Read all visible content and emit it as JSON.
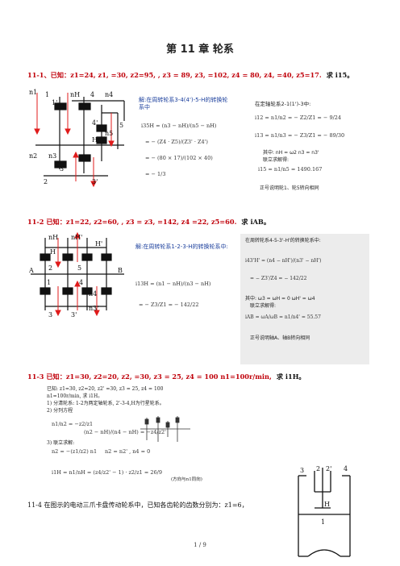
{
  "title": "第 11 章  轮系",
  "p1": {
    "statement": "11-1、已知：z1=24,   z1, =30,   z2=95,   , z3 = 89,   z3, =102,   z4 = 80,  z4, =40,   z5=17.",
    "ask": "求 i15。",
    "solution_intro": "解:在周转轮系3-4(4')-5-H的转换轮系中",
    "fixed_header": "在定轴轮系2-1(1')-3中:",
    "labels": [
      "n1",
      "1",
      "1'",
      "nH",
      "4",
      "n4",
      "4'",
      "5",
      "n5",
      "H",
      "n2",
      "n3",
      "3",
      "2",
      "3'"
    ],
    "eq1": "i35H = (n3 − nH)/(n5 − nH)",
    "eq2": "= − (Z4 · Z5)/(Z3' · Z4')",
    "eq3": "= − (80 × 17)/(102 × 40)",
    "eq4": "= − 1/3",
    "fx1": "i12 = n1/n2 = − Z2/Z1 = − 9/24",
    "fx2": "i13 = n1/n3 = − Z3/Z1 = − 89/30",
    "fx3": "其中: nH = ω2   n3 = n3'",
    "fx4": "联立求解得:",
    "fx5": "i15 = n1/n5 = 1490.167",
    "note": "正号说明轮1、轮5转向相同"
  },
  "p2": {
    "statement": "11-2 已知：z1=22,   z2=60,   , z3 =  z3, =142,   z4 =22,  z5=60.",
    "ask": "求 iAB。",
    "solution_intro": "解:在周转轮系1-2-3-H的转换轮系中:",
    "right_header": "在周转轮系4-5-3'-H'的转换轮系中:",
    "labels": [
      "nH",
      "nH'",
      "H'",
      "H",
      "2",
      "5",
      "A",
      "B",
      "4",
      "1",
      "3",
      "3'",
      "n4",
      "n3'"
    ],
    "eq1": "i13H = (n1 − nH)/(n3 − nH)",
    "eq2": "= − Z3/Z1 = − 142/22",
    "r1": "i43'H' = (n4 − nH')/(n3' − nH')",
    "r2": "= − Z3'/Z4 = − 142/22",
    "r3": "其中: ω3 = ωH = 0    ωH' = ω4",
    "r4": "联立求解得:",
    "r5": "iAB = ωA/ωB = n1/n4' = 55.57",
    "note": "正号说明轴A、轴B转向相同"
  },
  "p3": {
    "statement": "11-3 已知：z1=30,   z2=20,   z2, =30,   z3 = 25,    z4 = 100 n1=100r/min,",
    "ask": "求 i1H。",
    "s1": "已知: z1=30,   z2=20,   z2' =30,   z3 = 25,   z4 = 100",
    "s2": "n1=100r/min,       求 i1H。",
    "s3": "1) 分清轮系: 1-2为两定轴轮系,  2'-3-4,H为行星轮系。",
    "s4": "2) 分列方程",
    "s5": "3) 联立求解:",
    "e1": "n1/n2 = −z2/z1",
    "e2": "(n2 − nH)/(n4 − nH) = −z4/z2'",
    "e3": "n2 = −(z1/z2) n1",
    "e4": "n2 = n2' ,  n4 = 0",
    "e5": "i1H = n1/nH = (z4/z2' − 1) · z2/z1 = 26/9",
    "e5note": "(方向与n1同向)",
    "labels": [
      "3",
      "2",
      "2'",
      "4",
      "H",
      "1"
    ]
  },
  "p4": {
    "statement": "11-4 在图示的电动三爪卡盘传动轮系中，已知各齿轮的齿数分别为：z1=6，"
  },
  "page": "1 / 9"
}
